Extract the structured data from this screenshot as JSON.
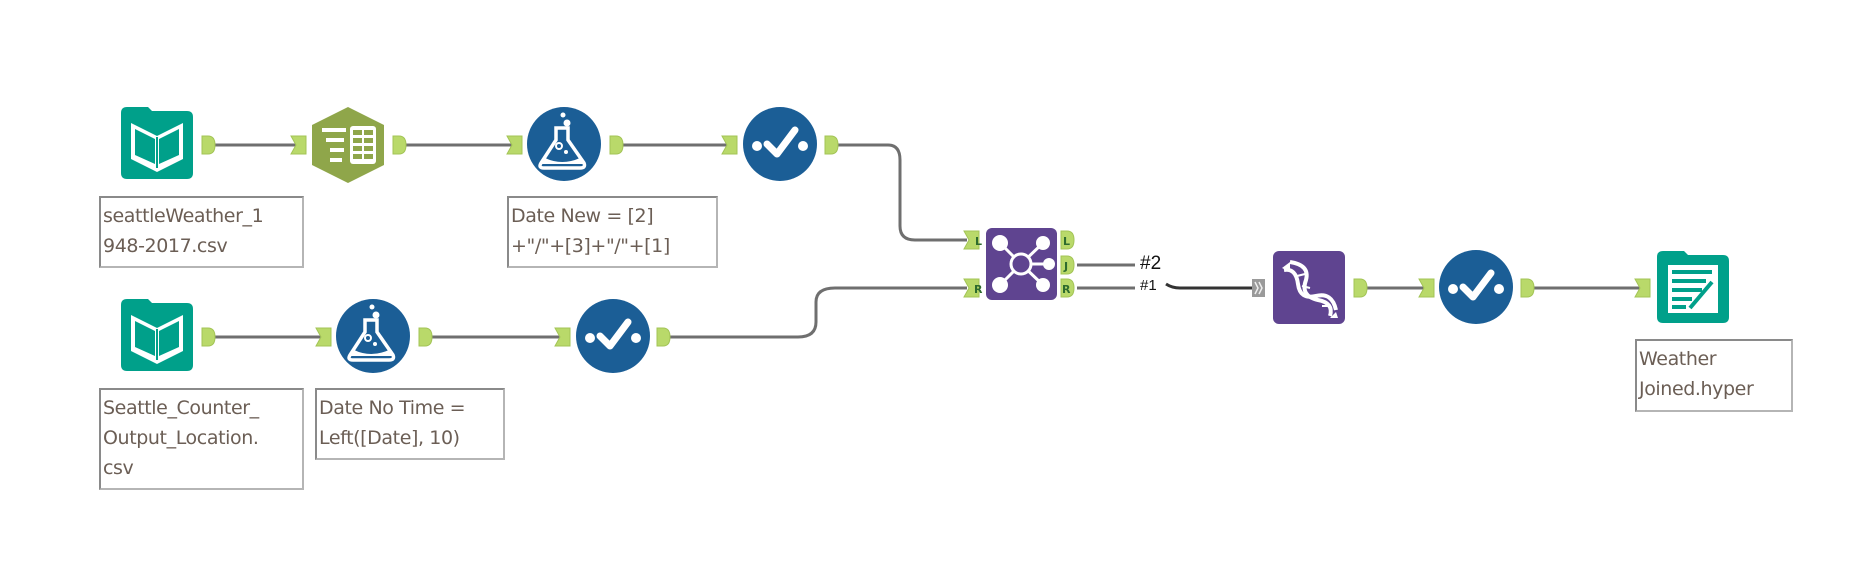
{
  "workflow": {
    "tools": [
      {
        "id": "input-1",
        "type": "Input Data",
        "icon": "book-icon",
        "color": "#00a08a",
        "annotation": "seattleWeather_1\n948-2017.csv"
      },
      {
        "id": "select-records",
        "type": "Text To Columns",
        "icon": "table-columns-icon",
        "color": "#8fa64a",
        "annotation": ""
      },
      {
        "id": "formula-1",
        "type": "Formula",
        "icon": "flask-icon",
        "color": "#1b5e96",
        "annotation": "Date New = [2]\n+\"/\"+[3]+\"/\"+[1]"
      },
      {
        "id": "select-1",
        "type": "Select",
        "icon": "check-icon",
        "color": "#1b5e96",
        "annotation": ""
      },
      {
        "id": "input-2",
        "type": "Input Data",
        "icon": "book-icon",
        "color": "#00a08a",
        "annotation": "Seattle_Counter_\nOutput_Location.\ncsv"
      },
      {
        "id": "formula-2",
        "type": "Formula",
        "icon": "flask-icon",
        "color": "#1b5e96",
        "annotation": "Date No Time =\nLeft([Date], 10)"
      },
      {
        "id": "select-2",
        "type": "Select",
        "icon": "check-icon",
        "color": "#1b5e96",
        "annotation": ""
      },
      {
        "id": "join",
        "type": "Join",
        "icon": "join-network-icon",
        "color": "#5f4490",
        "annotation": "",
        "inputs": [
          "L",
          "R"
        ],
        "outputs": [
          "L",
          "J",
          "R"
        ]
      },
      {
        "id": "auto-field",
        "type": "Auto Field",
        "icon": "dna-icon",
        "color": "#5f4490",
        "annotation": ""
      },
      {
        "id": "select-3",
        "type": "Select",
        "icon": "check-icon",
        "color": "#1b5e96",
        "annotation": ""
      },
      {
        "id": "output",
        "type": "Output Data",
        "icon": "document-edit-icon",
        "color": "#00a08a",
        "annotation": "Weather\nJoined.hyper"
      }
    ],
    "connection_labels": {
      "join_j": "#2",
      "join_r": "#1"
    },
    "colors": {
      "anchor": "#b9d96a",
      "anchor_border": "#9dbd4e",
      "connection": "#6f6f6f",
      "annotation_text": "#6b5e55"
    }
  }
}
